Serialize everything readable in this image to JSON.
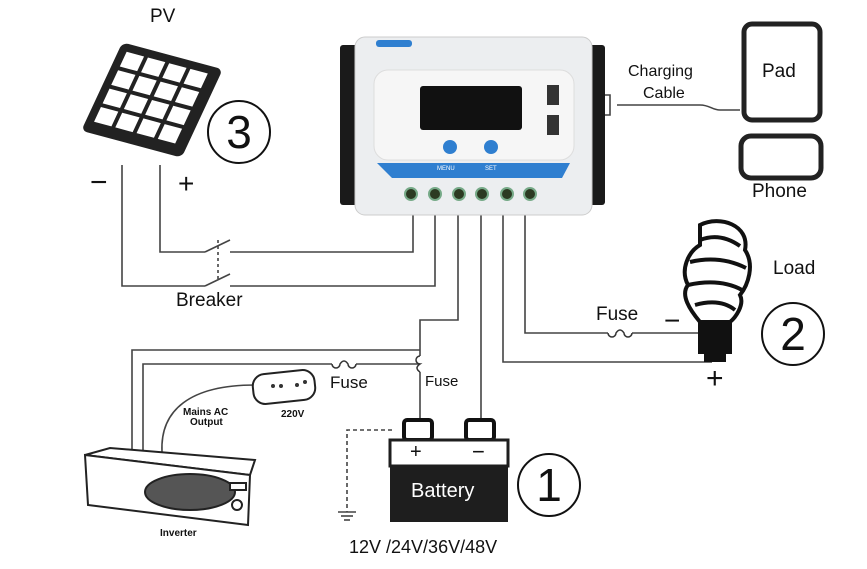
{
  "pv": {
    "label": "PV",
    "minus": "−",
    "plus": "+",
    "number": "3"
  },
  "breaker": {
    "label": "Breaker"
  },
  "controller": {
    "menu_label": "MENU",
    "set_label": "SET"
  },
  "charging": {
    "line1": "Charging",
    "line2": "Cable"
  },
  "devices": {
    "pad": "Pad",
    "phone": "Phone"
  },
  "load": {
    "label": "Load",
    "fuse": "Fuse",
    "minus": "−",
    "plus": "+",
    "number": "2"
  },
  "battery": {
    "label": "Battery",
    "plus": "+",
    "minus": "−",
    "fuse": "Fuse",
    "number": "1",
    "voltages": "12V /24V/36V/48V"
  },
  "inverter": {
    "label": "Inverter",
    "fuse": "Fuse",
    "mains_line1": "Mains AC",
    "mains_line2": "Output",
    "socket_voltage": "220V"
  },
  "colors": {
    "controller_blue": "#2f7fd0",
    "battery": "#1e1e1e",
    "wire": "#444444"
  }
}
